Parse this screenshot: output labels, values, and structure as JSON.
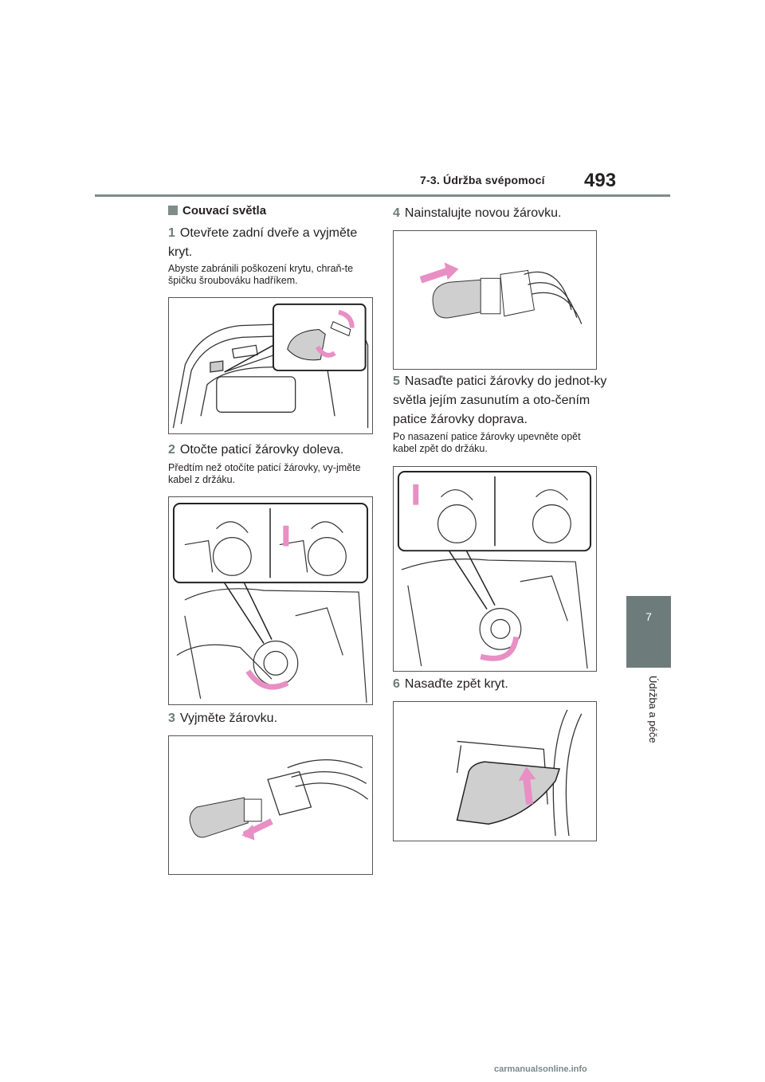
{
  "header": {
    "section_title": "7-3. Údržba svépomocí",
    "page_number": "493"
  },
  "chapter_tab": {
    "number": "7",
    "label": "Údržba a péče"
  },
  "section": {
    "title": "Couvací světla"
  },
  "steps": [
    {
      "num": "1",
      "text": "Otevřete zadní dveře a vyjměte kryt.",
      "note": "Abyste zabránili poškození krytu, chraň-te špičku šroubováku hadříkem."
    },
    {
      "num": "2",
      "text": "Otočte paticí žárovky doleva.",
      "note": "Předtím než otočíte paticí žárovky, vy-jměte kabel z držáku."
    },
    {
      "num": "3",
      "text": "Vyjměte žárovku.",
      "note": ""
    },
    {
      "num": "4",
      "text": "Nainstalujte novou žárovku.",
      "note": ""
    },
    {
      "num": "5",
      "text": "Nasaďte patici žárovky do jednot-ky světla jejím zasunutím a oto-čením patice žárovky doprava.",
      "note": "Po nasazení patice žárovky upevněte opět kabel zpět do držáku."
    },
    {
      "num": "6",
      "text": "Nasaďte zpět kryt.",
      "note": ""
    }
  ],
  "footer": {
    "watermark": "carmanualsonline.info"
  },
  "colors": {
    "accent": "#6d7c7a",
    "arrow": "#e88fc4",
    "rule": "#7f8c8a"
  }
}
